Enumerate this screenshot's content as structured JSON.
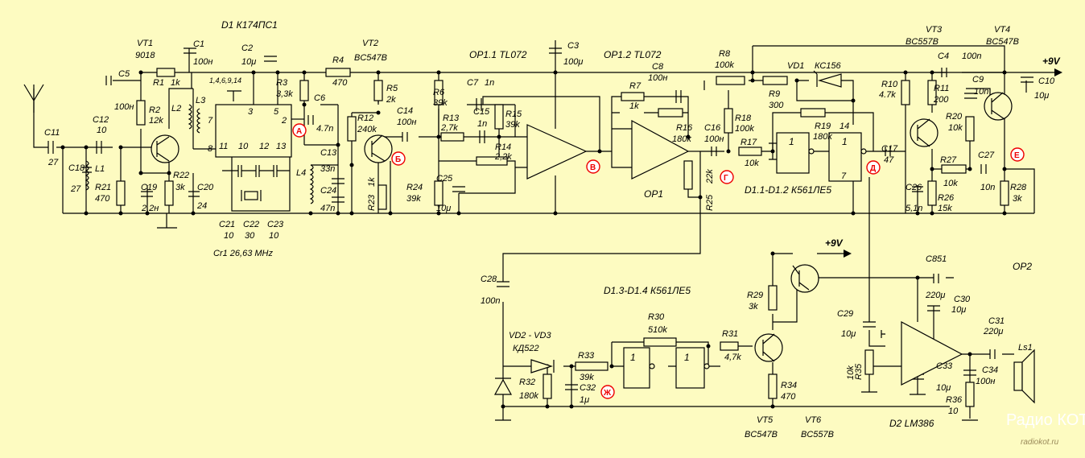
{
  "title_ic": "D1  К174ПС1",
  "supply": {
    "main": "+9V",
    "second": "+9V"
  },
  "parts": {
    "vt1": [
      "VT1",
      "9018"
    ],
    "vt2": [
      "VT2",
      "BC547B"
    ],
    "vt3": [
      "VT3",
      "BC557B"
    ],
    "vt4": [
      "VT4",
      "BC547B"
    ],
    "vt5": [
      "VT5",
      "BC547B"
    ],
    "vt6": [
      "VT6",
      "BC557B"
    ],
    "op11": "OP1.1  TL072",
    "op12": "OP1.2  TL072",
    "op1": "OP1",
    "op2": "OP2",
    "d2": "D2  LM386",
    "d11": "D1.1-D1.2  К561ЛЕ5",
    "d13": "D1.3-D1.4  К561ЛЕ5",
    "vd1": [
      "VD1",
      "КС156"
    ],
    "vd23": [
      "VD2 - VD3",
      "КД522"
    ],
    "xtal": "Сr1 26,63 MHz",
    "c21_23": [
      "C21",
      "C22",
      "C23",
      "10",
      "30",
      "10"
    ],
    "c1": [
      "C1",
      "100н"
    ],
    "c2": [
      "C2",
      "10μ"
    ],
    "c3": [
      "C3",
      "100μ"
    ],
    "c4": [
      "C4",
      "100n"
    ],
    "c5": [
      "C5",
      "100н"
    ],
    "c6": [
      "C6",
      "4.7n"
    ],
    "c7": [
      "C7",
      "1n"
    ],
    "c8": [
      "C8",
      "100н"
    ],
    "c9": [
      "C9",
      "10n"
    ],
    "c10": [
      "C10",
      "10μ"
    ],
    "c11": [
      "C11",
      "27"
    ],
    "c12": [
      "C12",
      "10"
    ],
    "c13": [
      "C13",
      "33n"
    ],
    "c14": [
      "C14",
      "100н"
    ],
    "c15": [
      "C15",
      "1n"
    ],
    "c16": [
      "C16",
      "100н"
    ],
    "c17": [
      "C17",
      "47"
    ],
    "c18": [
      "C18",
      "27"
    ],
    "c19": [
      "C19",
      "2,2н"
    ],
    "c20": [
      "C20",
      "24"
    ],
    "c24": [
      "C24",
      "47n"
    ],
    "c25": [
      "C25",
      "10μ"
    ],
    "c26": [
      "C26",
      "5,1n"
    ],
    "c27": [
      "C27",
      "10n"
    ],
    "c28": [
      "C28",
      "100n"
    ],
    "c29": [
      "C29",
      "10μ"
    ],
    "c30": [
      "C30",
      "10μ"
    ],
    "c31": [
      "C31",
      "220μ"
    ],
    "c32": [
      "C32",
      "1μ"
    ],
    "c33": [
      "C33",
      "10μ"
    ],
    "c34": [
      "C34",
      "100н"
    ],
    "c851": [
      "C851",
      "220μ"
    ],
    "r1": [
      "R1",
      "1k"
    ],
    "r2": [
      "R2",
      "12k"
    ],
    "r3": [
      "R3",
      "3,3k"
    ],
    "r4": [
      "R4",
      "470"
    ],
    "r5": [
      "R5",
      "2k"
    ],
    "r6": [
      "R6",
      "39k"
    ],
    "r7": [
      "R7",
      "1k"
    ],
    "r8": [
      "R8",
      "100k"
    ],
    "r9": [
      "R9",
      "300"
    ],
    "r10": [
      "R10",
      "4.7k"
    ],
    "r11": [
      "R11",
      "200"
    ],
    "r12": [
      "R12",
      "240k"
    ],
    "r13": [
      "R13",
      "2,7k"
    ],
    "r14": [
      "R14",
      "2,2k"
    ],
    "r15": [
      "R15",
      "39k"
    ],
    "r16": [
      "R16",
      "180k"
    ],
    "r17": [
      "R17",
      "10k"
    ],
    "r18": [
      "R18",
      "100k"
    ],
    "r19": [
      "R19",
      "180k"
    ],
    "r20": [
      "R20",
      "10k"
    ],
    "r21": [
      "R21",
      "470"
    ],
    "r22": [
      "R22",
      "3k"
    ],
    "r23": [
      "R23",
      "1k"
    ],
    "r24": [
      "R24",
      "39k"
    ],
    "r25": [
      "R25",
      "22k"
    ],
    "r26": [
      "R26",
      "15k"
    ],
    "r27": [
      "R27",
      "10k"
    ],
    "r28": [
      "R28",
      "3k"
    ],
    "r29": [
      "R29",
      "3k"
    ],
    "r30": [
      "R30",
      "510k"
    ],
    "r31": [
      "R31",
      "4,7k"
    ],
    "r32": [
      "R32",
      "180k"
    ],
    "r33": [
      "R33",
      "39k"
    ],
    "r34": [
      "R34",
      "470"
    ],
    "r35": [
      "R35",
      "10k"
    ],
    "r36": [
      "R36",
      "10"
    ],
    "l1": "L1",
    "l2": "L2",
    "l3": "L3",
    "l4": "L4",
    "ls1": "Ls1",
    "pins_d1": [
      "1,4,6,9,14",
      "3",
      "5",
      "2",
      "7",
      "8",
      "11",
      "10",
      "12",
      "13"
    ],
    "pins_logic": [
      "1",
      "1",
      "14",
      "7",
      "1",
      "1"
    ],
    "test_points": [
      "А",
      "Б",
      "В",
      "Г",
      "Д",
      "Е",
      "Ж"
    ],
    "watermark": [
      "Радио КОТ",
      "radiokot.ru"
    ]
  }
}
